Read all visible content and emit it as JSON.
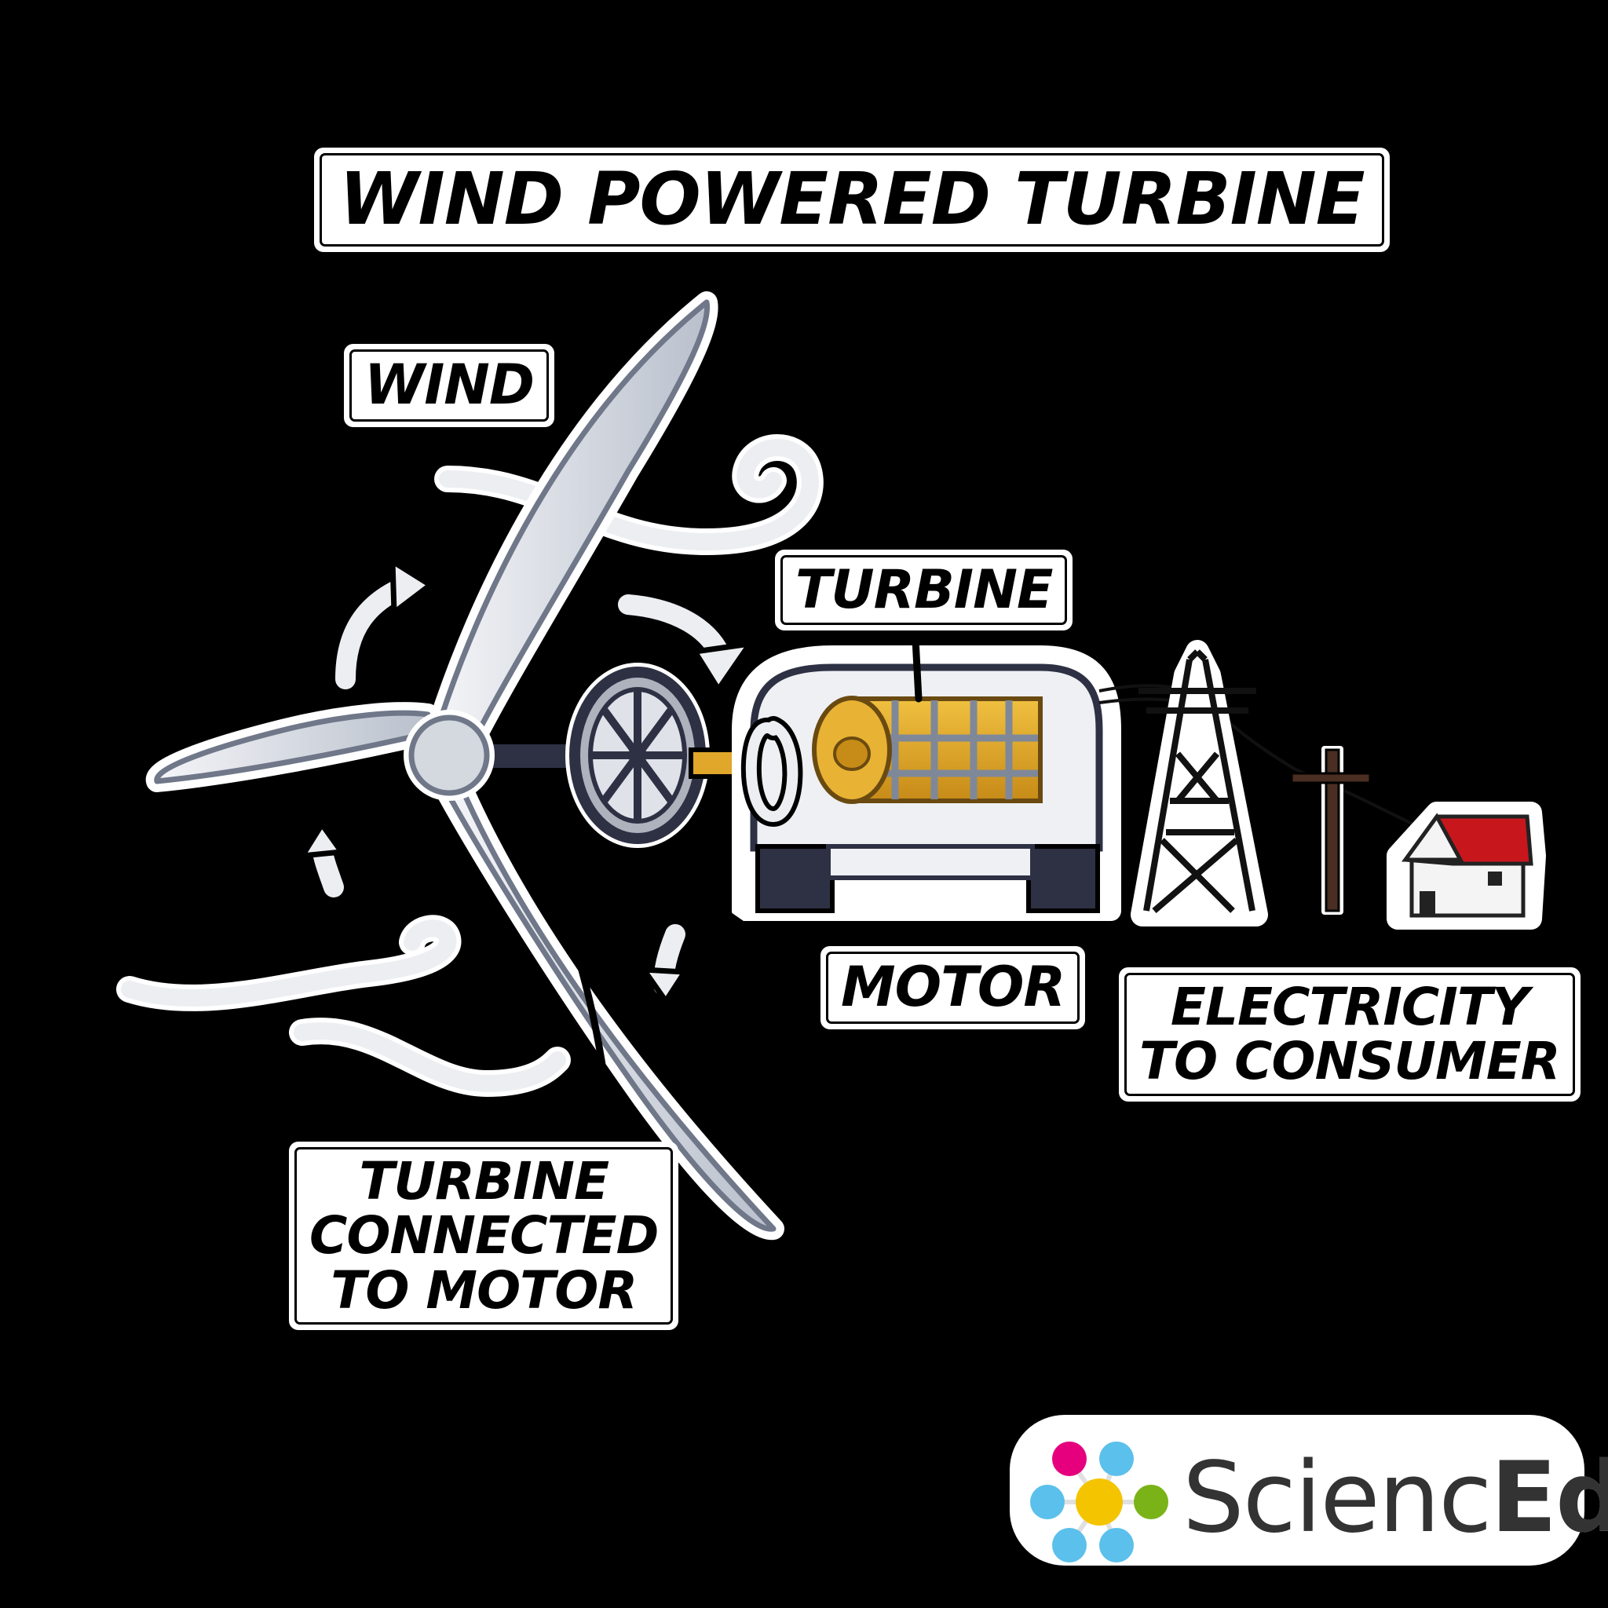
{
  "title": "WIND POWERED TURBINE",
  "labels": {
    "wind": "WIND",
    "turbine": "TURBINE",
    "motor": "MOTOR",
    "electricity_line1": "ELECTRICITY",
    "electricity_line2": "TO CONSUMER",
    "connected_line1": "TURBINE",
    "connected_line2": "CONNECTED",
    "connected_line3": "TO MOTOR"
  },
  "logo": {
    "text_light": "Scienc",
    "text_bold": "Ed",
    "dot_colors": [
      "#e6007e",
      "#5bc0eb",
      "#5bc0eb",
      "#f5c400",
      "#7ab317",
      "#5bc0eb",
      "#5bc0eb",
      "#5bc0eb"
    ]
  },
  "colors": {
    "background": "#000000",
    "blade": "#d8dde4",
    "blade_shadow": "#8a93a3",
    "coil": "#e0a72a",
    "housing": "#f1f1f3",
    "housing_base": "#2e3144",
    "roof": "#c8161d",
    "pole": "#4a2e21"
  }
}
